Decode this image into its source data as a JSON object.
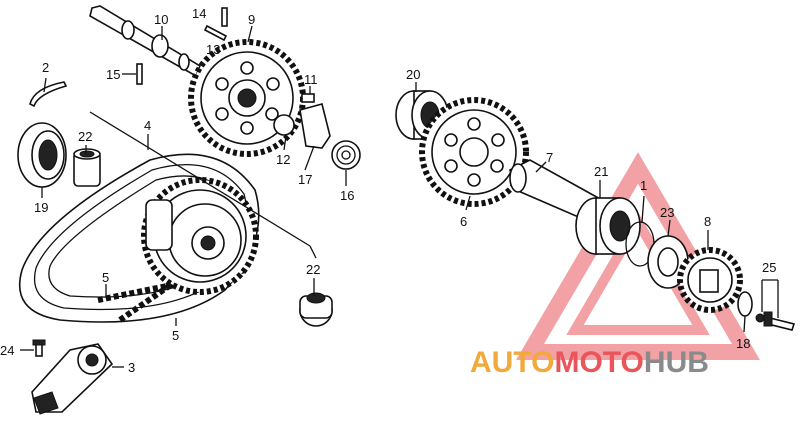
{
  "callouts": [
    {
      "id": "c1",
      "text": "1"
    },
    {
      "id": "c2",
      "text": "2"
    },
    {
      "id": "c3",
      "text": "3"
    },
    {
      "id": "c4",
      "text": "4"
    },
    {
      "id": "c5a",
      "text": "5"
    },
    {
      "id": "c5b",
      "text": "5"
    },
    {
      "id": "c6",
      "text": "6"
    },
    {
      "id": "c7",
      "text": "7"
    },
    {
      "id": "c8",
      "text": "8"
    },
    {
      "id": "c9",
      "text": "9"
    },
    {
      "id": "c10",
      "text": "10"
    },
    {
      "id": "c11",
      "text": "11"
    },
    {
      "id": "c12",
      "text": "12"
    },
    {
      "id": "c13",
      "text": "13"
    },
    {
      "id": "c14",
      "text": "14"
    },
    {
      "id": "c15",
      "text": "15"
    },
    {
      "id": "c16",
      "text": "16"
    },
    {
      "id": "c17",
      "text": "17"
    },
    {
      "id": "c18",
      "text": "18"
    },
    {
      "id": "c19",
      "text": "19"
    },
    {
      "id": "c20",
      "text": "20"
    },
    {
      "id": "c21",
      "text": "21"
    },
    {
      "id": "c22a",
      "text": "22"
    },
    {
      "id": "c22b",
      "text": "22"
    },
    {
      "id": "c23",
      "text": "23"
    },
    {
      "id": "c24",
      "text": "24"
    },
    {
      "id": "c25",
      "text": "25"
    }
  ],
  "watermark": {
    "part1": "AUTO",
    "part2": "MOTO",
    "part3": "HUB",
    "color_orange": "#f2a93b",
    "color_red": "#e8555a",
    "color_gray": "#8a8a8a"
  }
}
